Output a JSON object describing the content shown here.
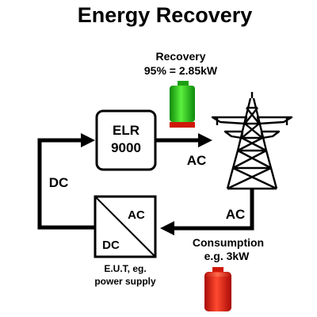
{
  "title": "Energy Recovery",
  "recovery": {
    "line1": "Recovery",
    "line2": "95% = 2.85kW"
  },
  "elr": {
    "line1": "ELR",
    "line2": "9000"
  },
  "labels": {
    "ac_top": "AC",
    "ac_right": "AC",
    "dc_left": "DC"
  },
  "converter": {
    "ac": "AC",
    "dc": "DC"
  },
  "eut": {
    "line1": "E.U.T, eg.",
    "line2": "power supply"
  },
  "consumption": {
    "line1": "Consumption",
    "line2": "e.g. 3kW"
  },
  "colors": {
    "green": "#2ecc1f",
    "red": "#e02010",
    "black": "#000000"
  }
}
